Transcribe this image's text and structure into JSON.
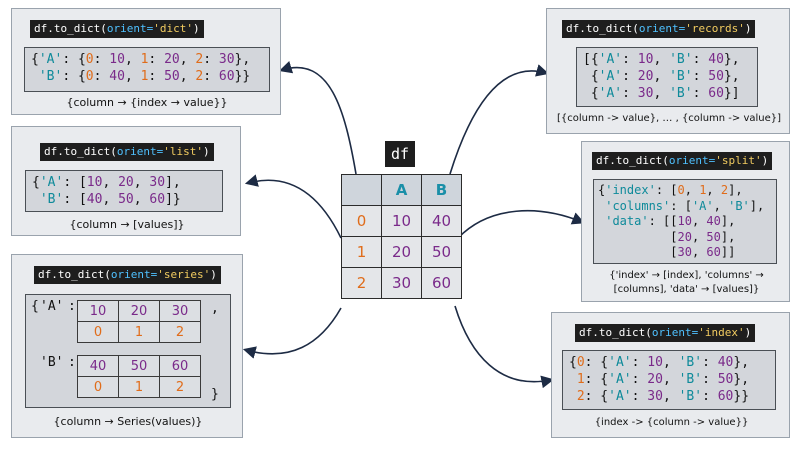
{
  "df_label": "df",
  "df_table": {
    "columns": [
      "A",
      "B"
    ],
    "index": [
      "0",
      "1",
      "2"
    ],
    "rows": [
      [
        "10",
        "40"
      ],
      [
        "20",
        "50"
      ],
      [
        "30",
        "60"
      ]
    ]
  },
  "orients": {
    "dict": {
      "fn": "df.to_dict(",
      "kw": "orient=",
      "val": "'dict'",
      "close": ")",
      "caption": "{column → {index → value}}"
    },
    "list": {
      "fn": "df.to_dict(",
      "kw": "orient=",
      "val": "'list'",
      "close": ")",
      "caption": "{column → [values]}"
    },
    "series": {
      "fn": "df.to_dict(",
      "kw": "orient=",
      "val": "'series'",
      "close": ")",
      "caption": "{column → Series(values)}",
      "keyA": "'A'",
      "keyB": "'B'",
      "a_values": [
        "10",
        "20",
        "30"
      ],
      "a_index": [
        "0",
        "1",
        "2"
      ],
      "b_values": [
        "40",
        "50",
        "60"
      ],
      "b_index": [
        "0",
        "1",
        "2"
      ]
    },
    "records": {
      "fn": "df.to_dict(",
      "kw": "orient=",
      "val": "'records'",
      "close": ")",
      "caption": "[{column -> value}, … , {column -> value}]"
    },
    "split": {
      "fn": "df.to_dict(",
      "kw": "orient=",
      "val": "'split'",
      "close": ")",
      "caption_line1": "{'index' → [index], 'columns' →",
      "caption_line2": "[columns], 'data' → [values]}"
    },
    "index": {
      "fn": "df.to_dict(",
      "kw": "orient=",
      "val": "'index'",
      "close": ")",
      "caption": "{index -> {column -> value}}"
    }
  }
}
